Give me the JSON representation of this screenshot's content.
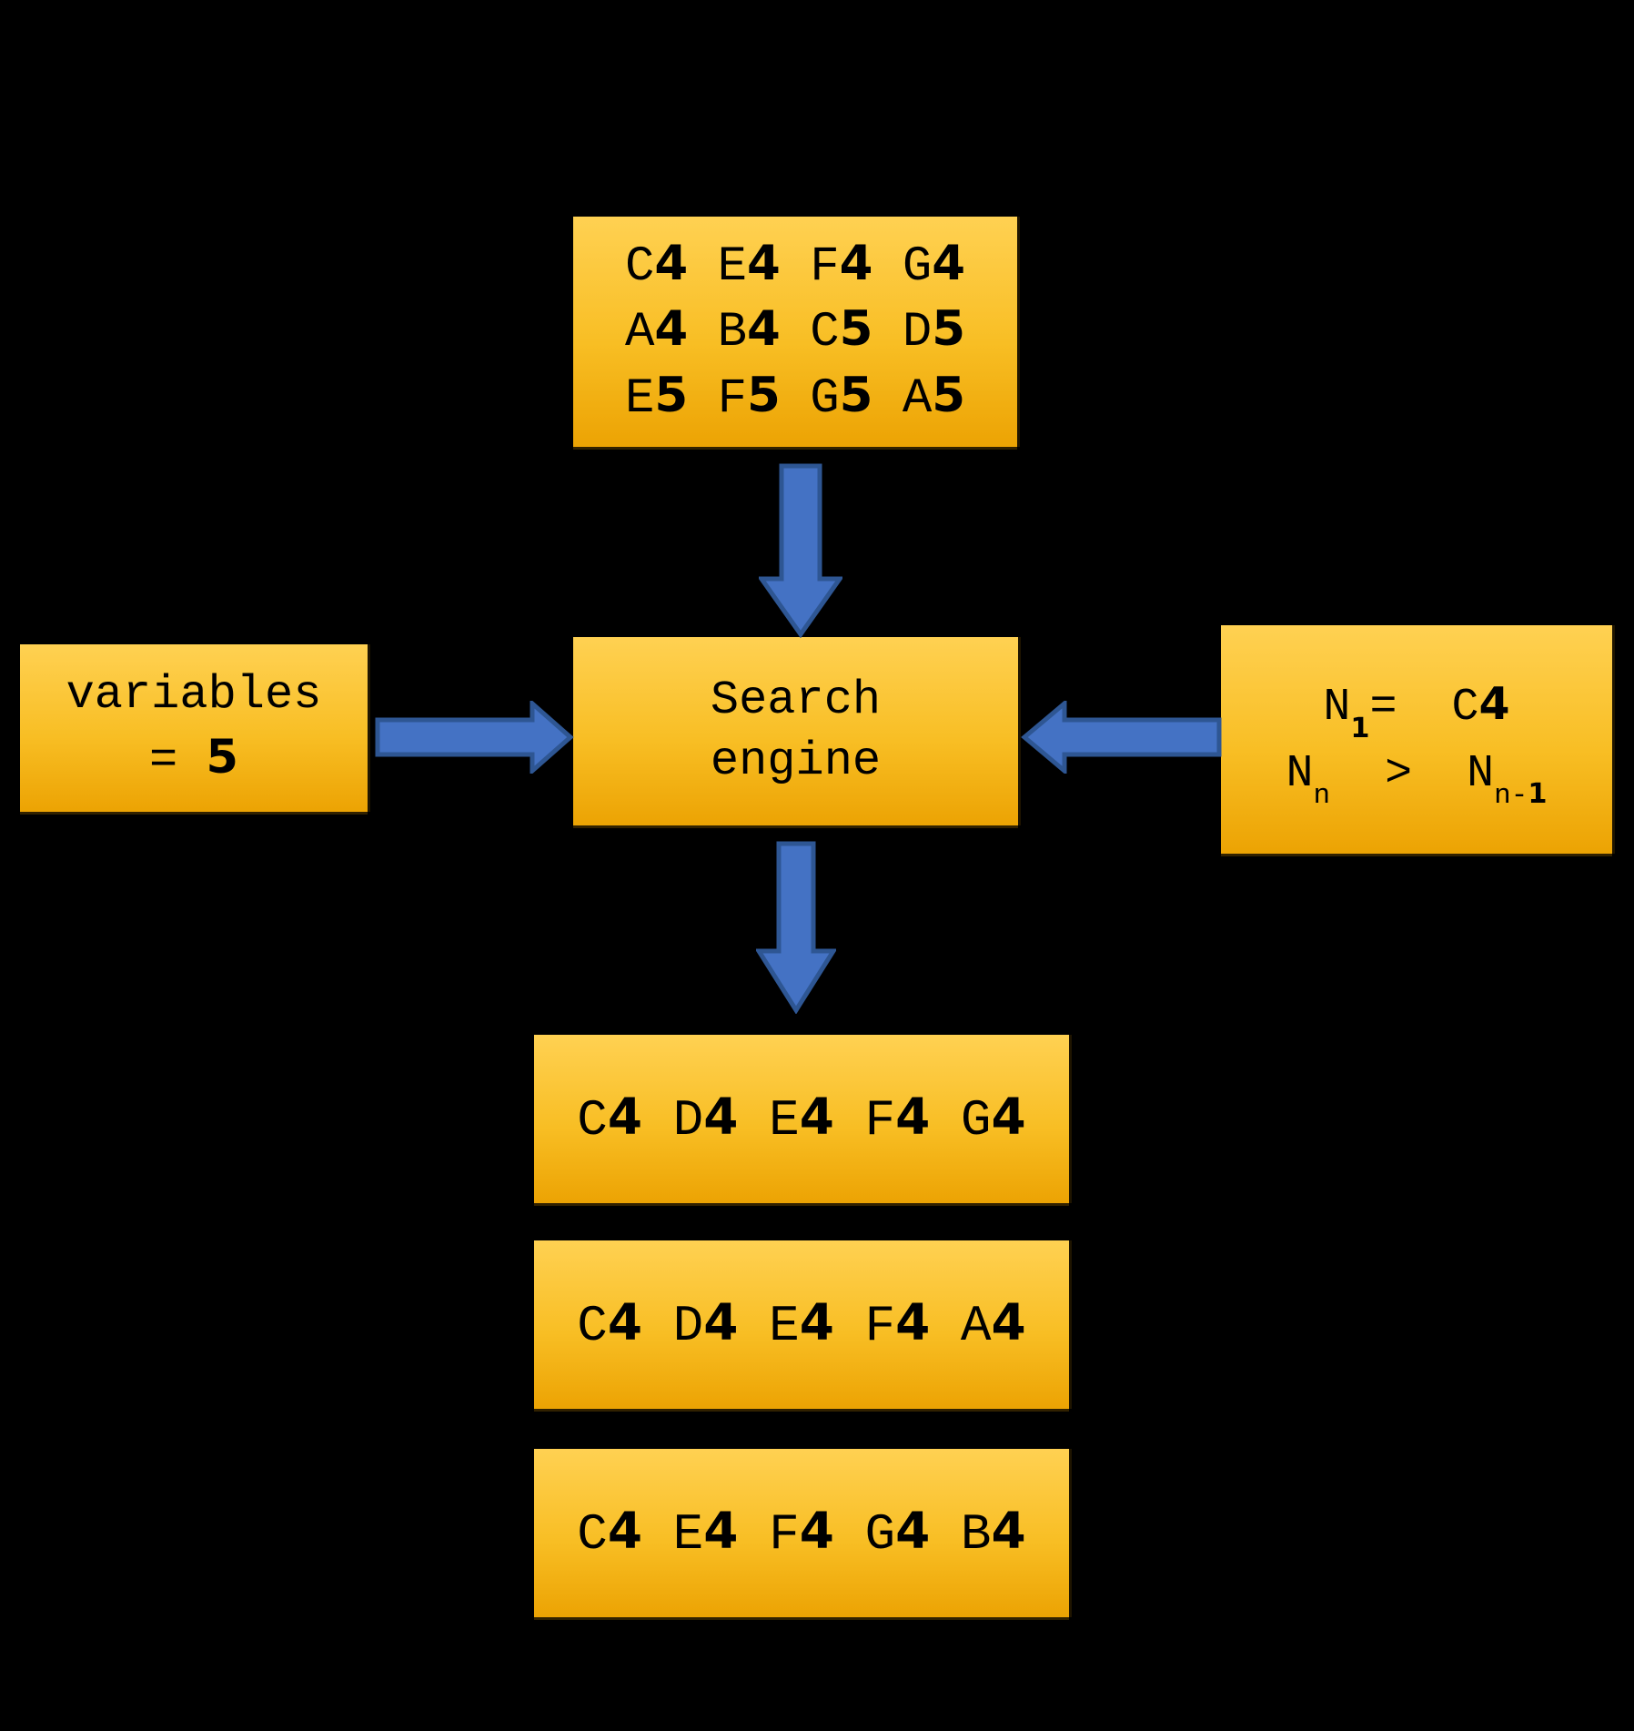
{
  "colors": {
    "background": "#000000",
    "box_fill_top": "#FFD152",
    "box_fill_mid": "#F8BE24",
    "box_fill_bottom": "#ECA303",
    "arrow_fill": "#4472C4",
    "arrow_stroke": "#2E5693",
    "text": "#000000"
  },
  "diagram": {
    "input_notes_box": {
      "lines": [
        "C4 E4 F4 G4",
        "A4 B4 C5 D5",
        "E5 F5 G5 A5"
      ]
    },
    "variables_box": {
      "lines": [
        "variables",
        "= 5"
      ]
    },
    "search_engine_box": {
      "lines": [
        "Search",
        "engine"
      ]
    },
    "constraints_box": {
      "rich_lines": [
        [
          {
            "t": "N"
          },
          {
            "sub": "1"
          },
          {
            "t": "=  C4"
          }
        ],
        [
          {
            "t": "N"
          },
          {
            "sub": "n"
          },
          {
            "t": "  >  N"
          },
          {
            "sub": "n-1"
          }
        ]
      ]
    },
    "result_boxes": [
      {
        "label": "C4 D4 E4 F4 G4"
      },
      {
        "label": "C4 D4 E4 F4 A4"
      },
      {
        "label": "C4 E4 F4 G4 B4"
      }
    ],
    "arrows": [
      "arrow-input-to-search-down",
      "arrow-search-to-results-down",
      "arrow-variables-to-search-right",
      "arrow-constraints-to-search-left"
    ]
  }
}
